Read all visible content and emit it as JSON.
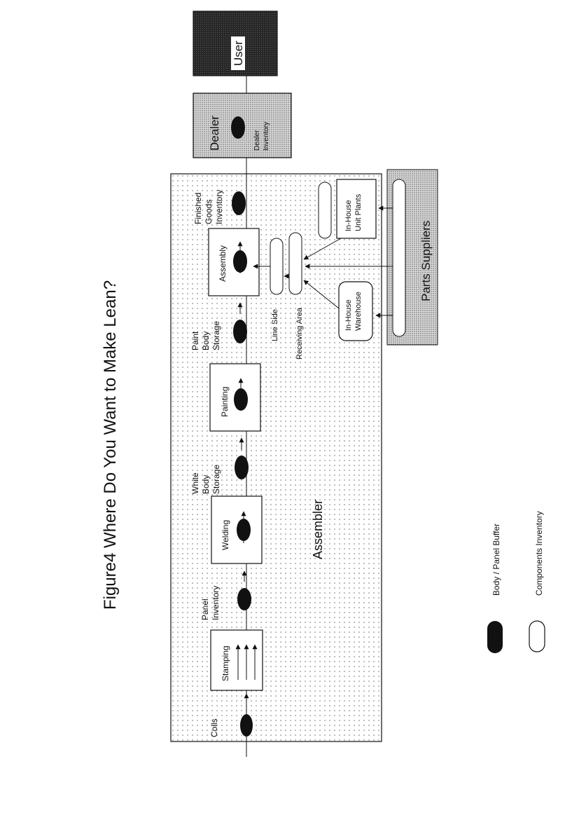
{
  "title": "Figure4  Where Do You Want to Make Lean?",
  "labels": {
    "assembler": "Assembler",
    "coils": "Coils",
    "panel_inventory": [
      "Panel",
      "Inventory"
    ],
    "white_body_storage": [
      "White",
      "Body",
      "Storage"
    ],
    "paint_body_storage": [
      "Paint",
      "Body",
      "Storage"
    ],
    "finished_goods_inventory": [
      "Finished",
      "Goods",
      "Inventory"
    ],
    "line_side": "Line Side",
    "receiving_area": "Receiving Area",
    "dealer_inventory": [
      "Dealer",
      "Inventory"
    ]
  },
  "processes": {
    "stamping": "Stamping",
    "welding": "Welding",
    "painting": "Painting",
    "assembly": "Assembly"
  },
  "entities": {
    "dealer": "Dealer",
    "user": "User",
    "parts_suppliers": "Parts Suppliers",
    "in_house_warehouse": [
      "In-House",
      "Warehouse"
    ],
    "in_house_unit_plants": [
      "In-House",
      "Unit Plants"
    ]
  },
  "legend": {
    "body_panel_buffer": "Body / Panel Buffer",
    "components_inventory": "Components Inventory"
  }
}
